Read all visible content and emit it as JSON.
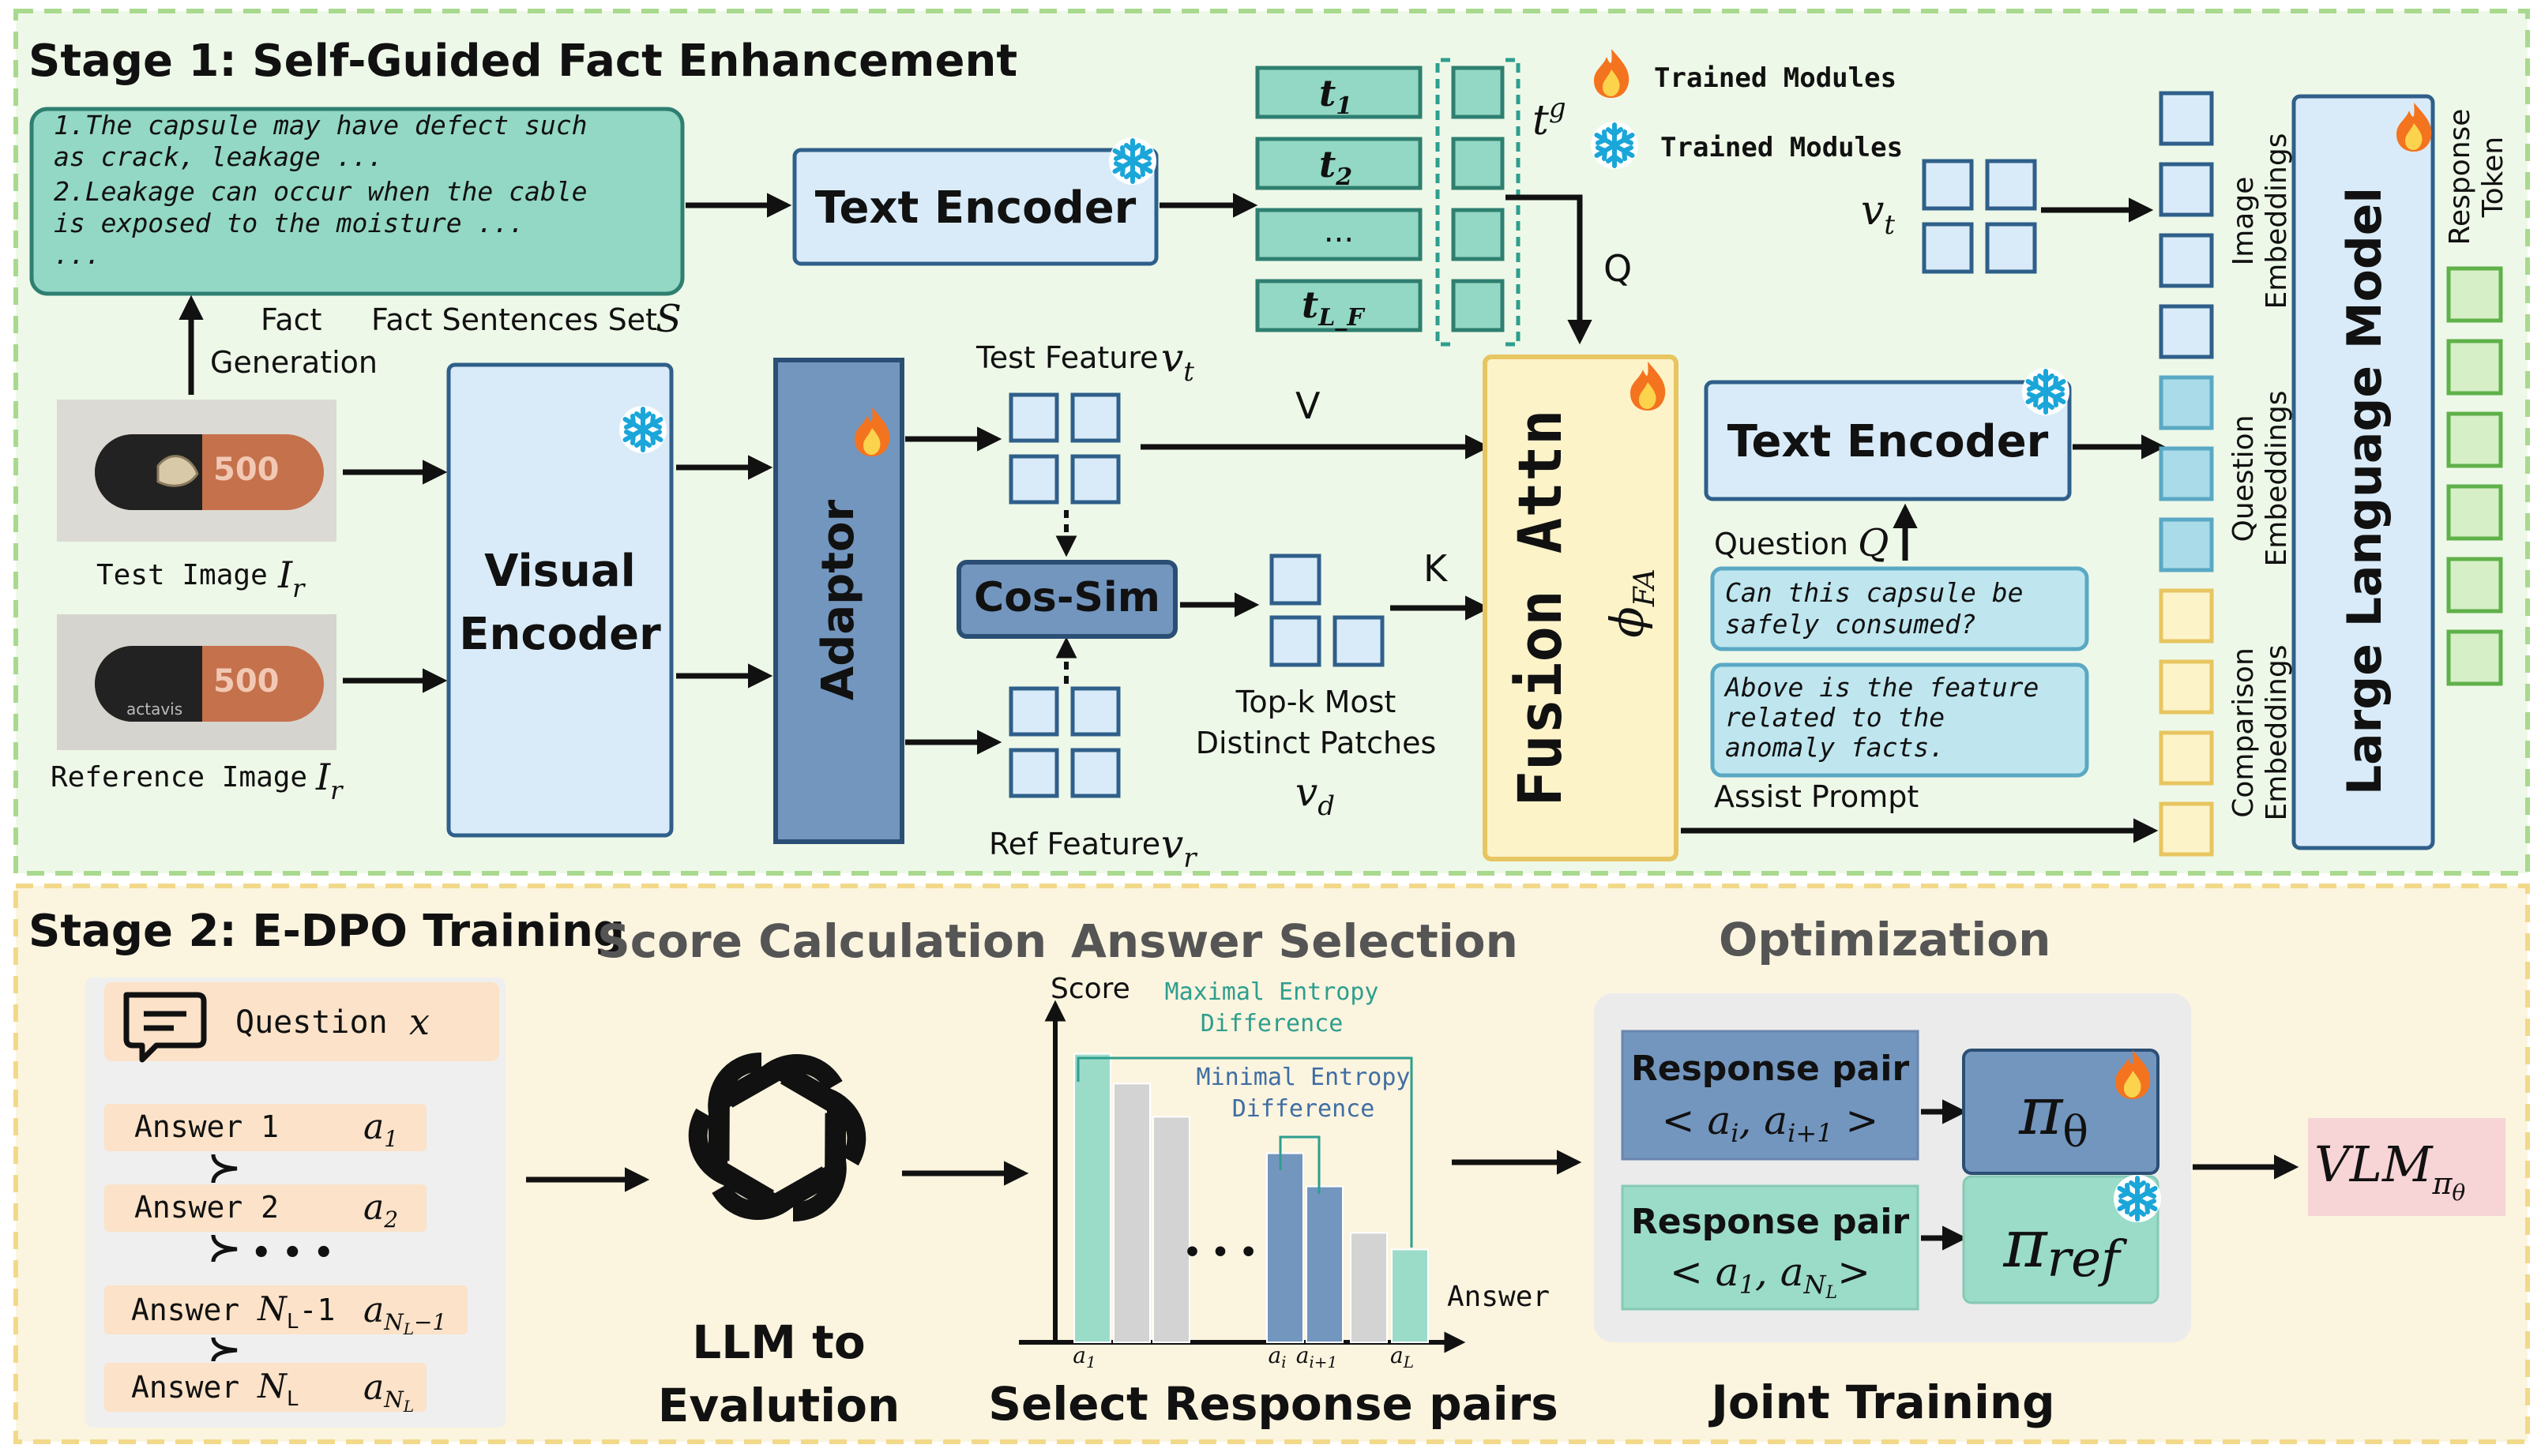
{
  "stage1": {
    "title": "Stage 1: Self-Guided Fact Enhancement",
    "fact_box_lines": [
      "1.The capsule may have defect such",
      "as crack, leakage ...",
      "2.Leakage can occur when the cable",
      "is exposed to the moisture ...",
      "..."
    ],
    "fact_generation_line1": "Fact",
    "fact_generation_line2": "Generation",
    "fact_set_label": "Fact Sentences Set",
    "fact_set_symbol": "S",
    "test_image_label": "Test Image",
    "test_image_symbol": "I",
    "test_image_sub": "r",
    "reference_image_label": "Reference Image",
    "reference_image_symbol": "I",
    "reference_image_sub": "r",
    "capsule_text": "500",
    "capsule_brand": "actavis",
    "visual_encoder_line1": "Visual",
    "visual_encoder_line2": "Encoder",
    "adaptor_label": "Adaptor",
    "text_encoder_label": "Text Encoder",
    "text_encoder2_label": "Text Encoder",
    "tokens": [
      "t",
      "t",
      "...",
      "t"
    ],
    "token_subs": [
      "1",
      "2",
      "",
      "L_F"
    ],
    "tg_label": "t",
    "tg_sup": "g",
    "legend_trained_label": "Trained Modules",
    "legend_frozen_label": "Trained Modules",
    "q_label": "Q",
    "v_label": "V",
    "k_label": "K",
    "test_feature_label": "Test Feature",
    "test_feature_symbol": "v",
    "test_feature_sub": "t",
    "ref_feature_label": "Ref Feature",
    "ref_feature_symbol": "v",
    "ref_feature_sub": "r",
    "cos_sim_label": "Cos-Sim",
    "topk_line1": "Top-k Most",
    "topk_line2": "Distinct Patches",
    "vd_symbol": "v",
    "vd_sub": "d",
    "fusion_label": "Fusion Attn",
    "phi_symbol": "ϕ",
    "phi_sub": "FA",
    "vt_symbol": "v",
    "vt_sub": "t",
    "question_label": "Question",
    "question_symbol": "Q",
    "question_box_lines": [
      "Can this capsule be",
      "safely consumed?"
    ],
    "assist_box_lines": [
      "Above is the feature",
      "related to the",
      "anomaly facts."
    ],
    "assist_prompt_label": "Assist Prompt",
    "image_emb_line1": "Image",
    "image_emb_line2": "Embeddings",
    "question_emb_line1": "Question",
    "question_emb_line2": "Embeddings",
    "comparison_emb_line1": "Comparison",
    "comparison_emb_line2": "Embeddings",
    "llm_label": "Large Language Model",
    "response_token_line1": "Response",
    "response_token_line2": "Token"
  },
  "stage2": {
    "title": "Stage 2: E-DPO Training",
    "score_calc_title": "Score Calculation",
    "answer_sel_title": "Answer Selection",
    "optimization_title": "Optimization",
    "question_label": "Question",
    "question_symbol": "x",
    "answers": [
      {
        "label": "Answer 1",
        "symbol": "a",
        "sub": "1"
      },
      {
        "label": "Answer 2",
        "symbol": "a",
        "sub": "2"
      },
      {
        "label": "Answer",
        "label_symbol": "N",
        "label_sub": "L",
        "label_suffix": "-1",
        "symbol": "a",
        "sub": "N",
        "subsub": "L",
        "subsuffix": "−1"
      },
      {
        "label": "Answer",
        "label_symbol": "N",
        "label_sub": "L",
        "symbol": "a",
        "sub": "N",
        "subsub": "L"
      }
    ],
    "dots": "• • •",
    "llm_eval_line1": "LLM to",
    "llm_eval_line2": "Evalution",
    "select_pairs_label": "Select Response pairs",
    "joint_training_label": "Joint Training",
    "score_axis_label": "Score",
    "answer_axis_label": "Answer",
    "max_entropy_line1": "Maximal Entropy",
    "max_entropy_line2": "Difference",
    "min_entropy_line1": "Minimal Entropy",
    "min_entropy_line2": "Difference",
    "bar_dots": "• • •",
    "tick_labels": [
      {
        "symbol": "a",
        "sub": "1"
      },
      {
        "symbol": "a",
        "sub": "i"
      },
      {
        "symbol": "a",
        "sub": "i+1"
      },
      {
        "symbol": "a",
        "sub": "L"
      }
    ],
    "pair1_title": "Response pair",
    "pair1_formula": "< a",
    "pair1_sub1": "i",
    "pair1_mid": ", a",
    "pair1_sub2": "i+1",
    "pair1_end": " >",
    "pair2_title": "Response pair",
    "pair2_formula": "< a",
    "pair2_sub1": "1",
    "pair2_mid": ", a",
    "pair2_sub2": "N",
    "pair2_subsub": "L",
    "pair2_end": ">",
    "pi_theta": "π",
    "pi_theta_sub": "θ",
    "pi_ref": "π",
    "pi_ref_sub": "ref",
    "vlm_label": "VLM",
    "vlm_sub": "π",
    "vlm_subsub": "θ"
  },
  "chart_data": {
    "type": "bar",
    "categories": [
      "a1",
      "",
      "",
      "ai",
      "ai+1",
      "",
      "aL"
    ],
    "values": [
      0.87,
      0.78,
      0.68,
      0.57,
      0.47,
      0.33,
      0.28
    ],
    "bar_colors": [
      "#9bdcc9",
      "#d3d3d3",
      "#d3d3d3",
      "#7396bf",
      "#7396bf",
      "#d3d3d3",
      "#9bdcc9"
    ],
    "ylim": [
      0,
      1
    ]
  },
  "colors": {
    "stage1_bg": "#eef8e8",
    "stage2_bg": "#fbf4df",
    "teal_box": "#93d8c4",
    "light_blue_box": "#d9ebf8",
    "adaptor": "#7396bf",
    "fusion": "#fdf3c9",
    "pi_theta_box": "#7396bf",
    "pi_ref_box": "#9bdcc9",
    "vlm_box": "#f7d4d6"
  }
}
